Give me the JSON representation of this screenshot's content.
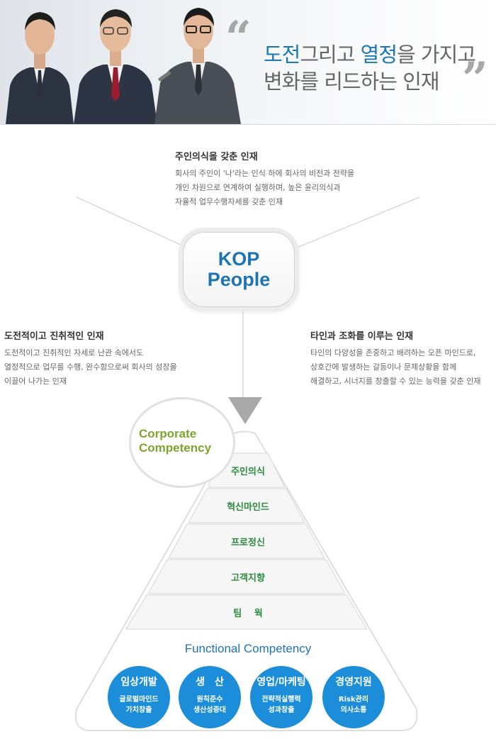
{
  "banner": {
    "line1_hl_a": "도전",
    "line1_mid": "그리고 ",
    "line1_hl_b": "열정",
    "line1_end": "을 가지고",
    "line2": "변화를 리드하는 인재"
  },
  "center": {
    "line1": "KOP",
    "line2": "People"
  },
  "traits": {
    "ownership": {
      "title": "주인의식을 갖춘 인재",
      "lines": [
        "회사의 주인이 '나'라는 인식 하에 회사의 비전과 전략을",
        "개인 차원으로 연계하여 실행하며, 높은 윤리의식과",
        "자율적 업무수행자세를 갖춘 인재"
      ]
    },
    "challenge": {
      "title": "도전적이고 진취적인 인재",
      "lines": [
        "도전적이고 진취적인 자세로 난관 속에서도",
        "열정적으로 업무를 수행, 완수함으로써 회사의 성장을",
        "이끌어 나가는 인재"
      ]
    },
    "harmony": {
      "title": "타인과 조화를 이루는 인재",
      "lines": [
        "타인의 다양성을 존중하고 배려하는 오픈 마인드로,",
        "상호간에 발생하는 갈등이나 문제상황을 함께",
        "해결하고, 시너지를 창출할 수 있는 능력을 갖춘 인재"
      ]
    }
  },
  "corporate": {
    "label_1": "Corporate",
    "label_2": "Competency",
    "tiers": [
      "주인의식",
      "혁신마인드",
      "프로정신",
      "고객지향",
      "팀　 웍"
    ]
  },
  "functional": {
    "label": "Functional Competency",
    "circles": [
      {
        "title": "임상개발",
        "sub_1": "글로벌마인드",
        "sub_2": "가치창출"
      },
      {
        "title": "생　산",
        "sub_1": "원칙준수",
        "sub_2": "생산성증대"
      },
      {
        "title": "영업/마케팅",
        "sub_1": "전략적실행력",
        "sub_2": "성과창출"
      },
      {
        "title": "경영지원",
        "sub_1": "Risk관리",
        "sub_2": "의사소통"
      }
    ]
  },
  "colors": {
    "accent_blue": "#1a77b8",
    "circle_blue": "#1c8dd8",
    "tier_green": "#2a8a3e",
    "corporate_green": "#7da42d"
  }
}
